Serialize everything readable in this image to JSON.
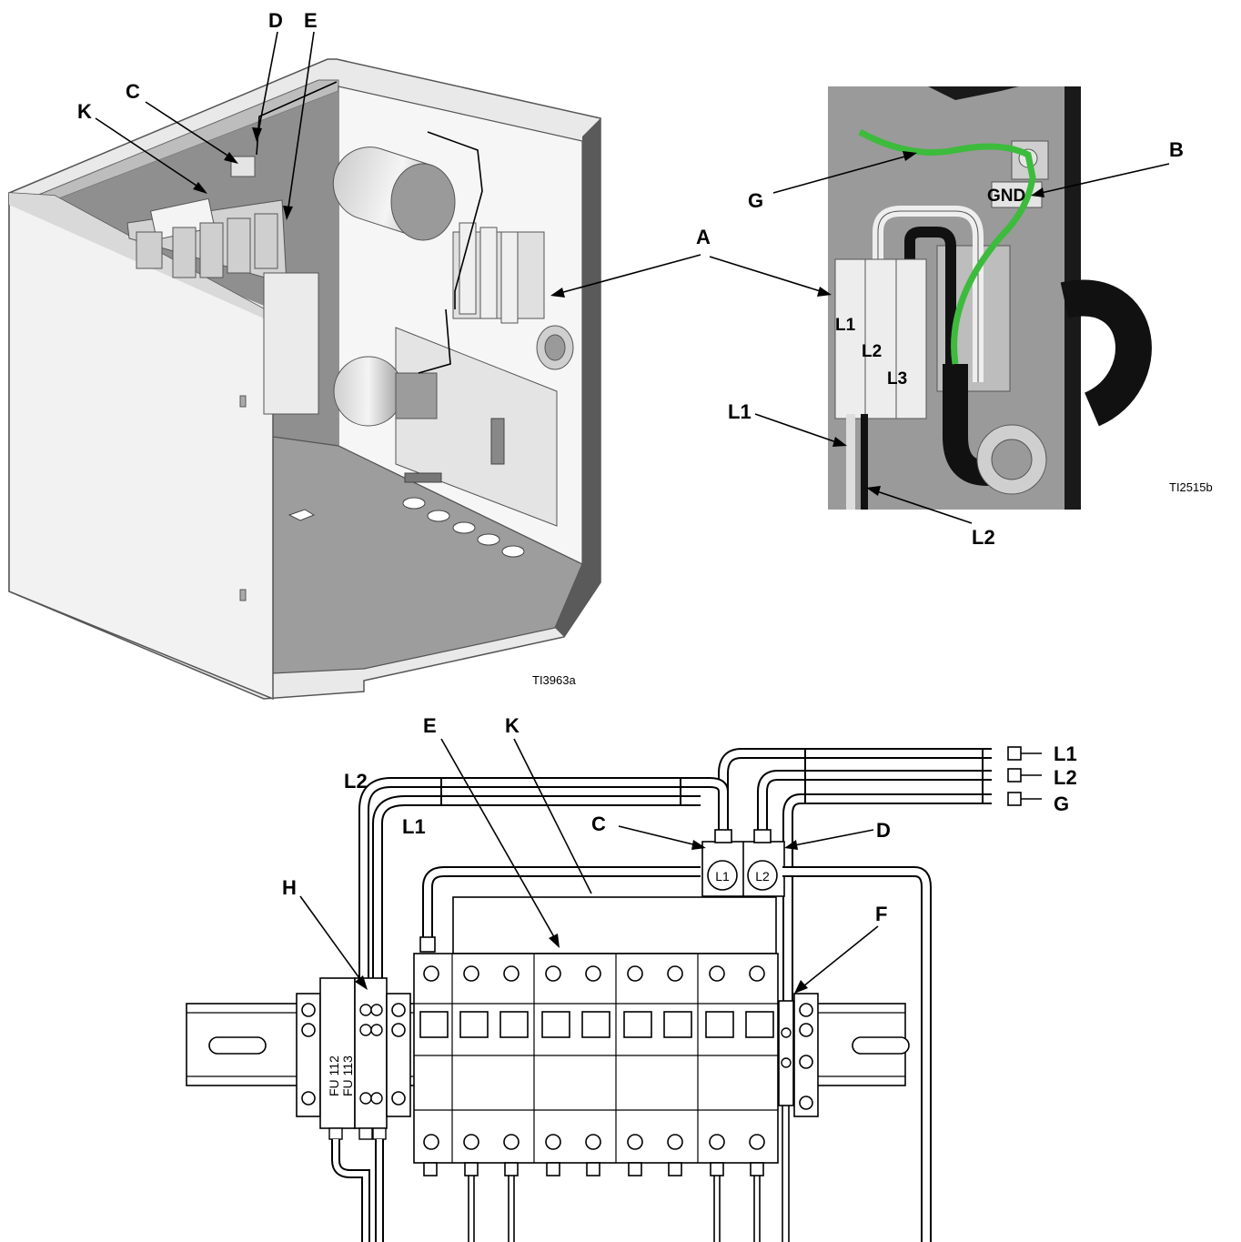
{
  "figure1": {
    "ref": "TI3963a",
    "labels": {
      "K": "K",
      "C": "C",
      "D": "D",
      "E": "E",
      "A": "A"
    }
  },
  "figure2": {
    "ref": "TI2515b",
    "labels": {
      "G": "G",
      "B": "B",
      "GND": "GND",
      "L1_terminal": "L1",
      "L2_terminal": "L2",
      "L3_terminal": "L3",
      "L1_wire": "L1",
      "L2_wire": "L2"
    }
  },
  "figure3": {
    "labels": {
      "E": "E",
      "K": "K",
      "C": "C",
      "D": "D",
      "F": "F",
      "H": "H",
      "L1_in": "L1",
      "L2_in": "L2",
      "G_in": "G",
      "L2_left": "L2",
      "L1_left": "L1"
    },
    "fuse_labels": [
      "L1",
      "L2"
    ],
    "fuse_holder_labels": [
      "FU 112",
      "FU 113"
    ]
  },
  "colors": {
    "ground_wire": "#3dbb3d",
    "panel_gray": "#a9a9a9",
    "enclosure_white": "#f2f2f2"
  }
}
